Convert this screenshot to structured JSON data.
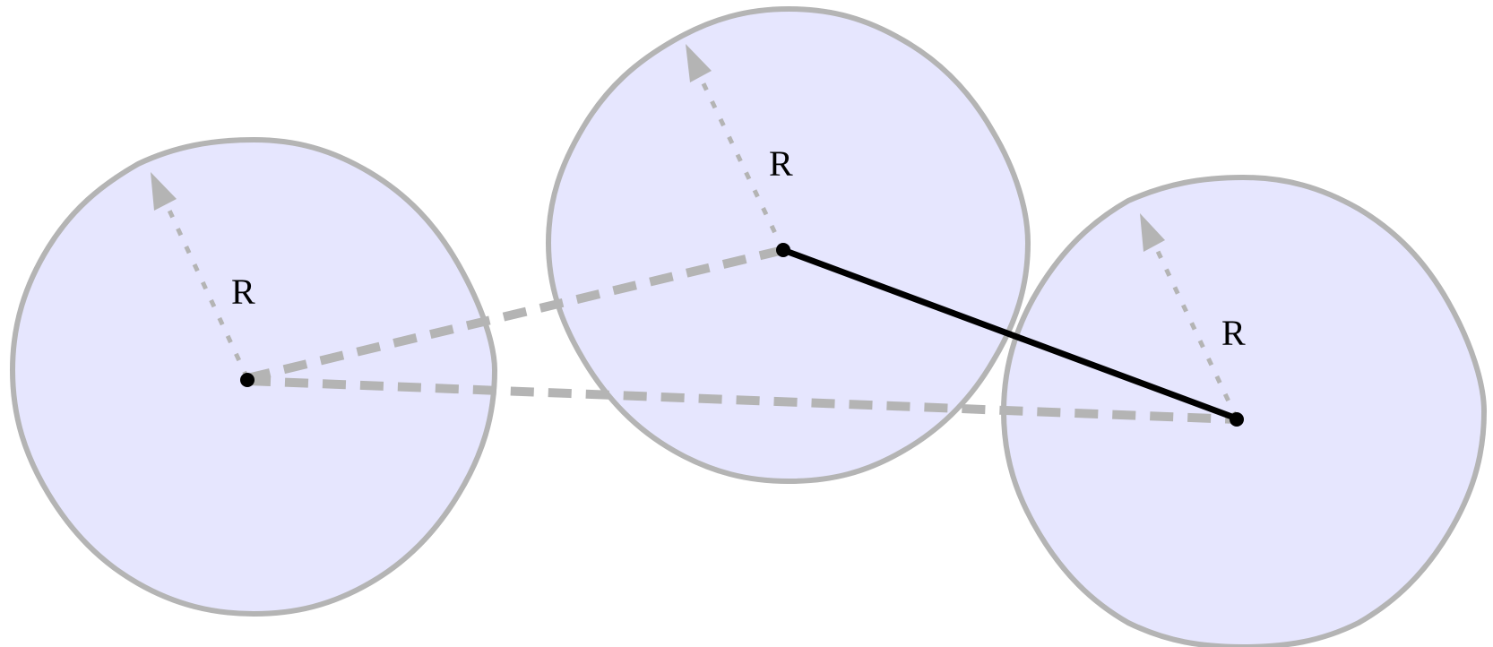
{
  "colors": {
    "circle_fill": "#e6e6fe",
    "circle_stroke": "#b4b4b4",
    "dashed_line": "#b4b4b4",
    "solid_line": "#000000",
    "node": "#000000",
    "label": "#000000"
  },
  "labels": {
    "radius_left": "R",
    "radius_middle": "R",
    "radius_right": "R"
  }
}
